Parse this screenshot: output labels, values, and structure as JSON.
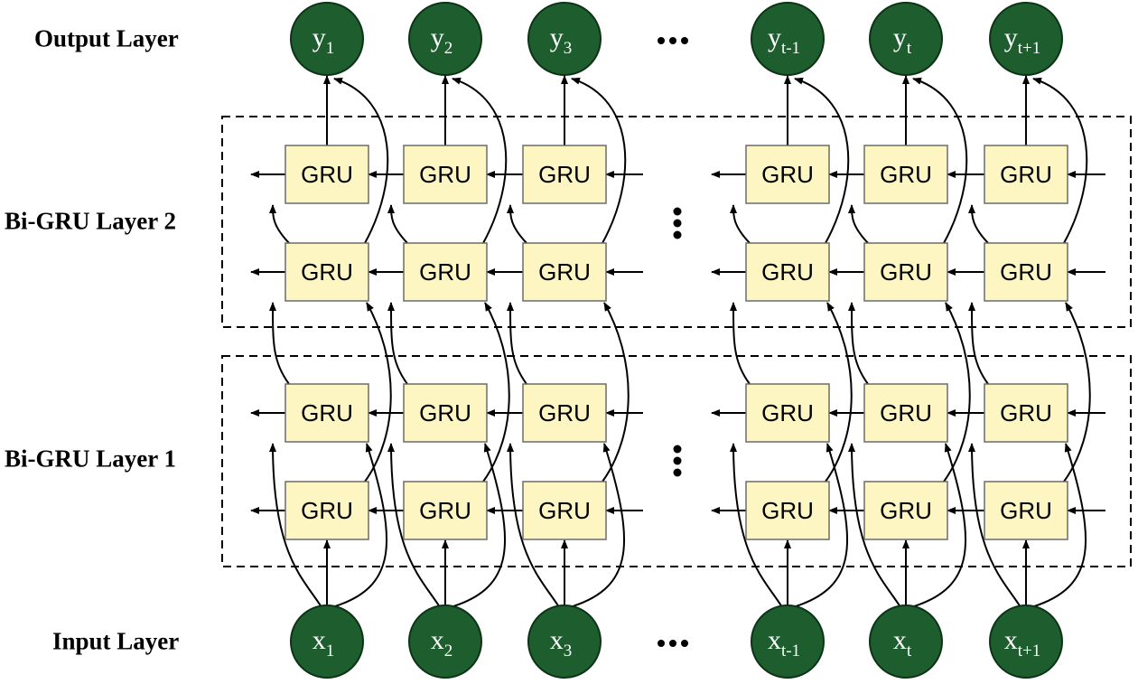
{
  "layer_labels": {
    "output": "Output Layer",
    "bigru2": "Bi-GRU Layer 2",
    "bigru1": "Bi-GRU Layer 1",
    "input": "Input Layer"
  },
  "cell_label": "GRU",
  "colors": {
    "node_fill": "#1e5e2e",
    "node_stroke": "#0c3316",
    "cell_fill": "#fdf6c2",
    "cell_stroke": "#6b6b6b",
    "line": "#000000"
  },
  "output_nodes": [
    {
      "base": "y",
      "sub": "1"
    },
    {
      "base": "y",
      "sub": "2"
    },
    {
      "base": "y",
      "sub": "3"
    },
    {
      "base": "y",
      "sub": "t-1"
    },
    {
      "base": "y",
      "sub": "t"
    },
    {
      "base": "y",
      "sub": "t+1"
    }
  ],
  "input_nodes": [
    {
      "base": "x",
      "sub": "1"
    },
    {
      "base": "x",
      "sub": "2"
    },
    {
      "base": "x",
      "sub": "3"
    },
    {
      "base": "x",
      "sub": "t-1"
    },
    {
      "base": "x",
      "sub": "t"
    },
    {
      "base": "x",
      "sub": "t+1"
    }
  ]
}
